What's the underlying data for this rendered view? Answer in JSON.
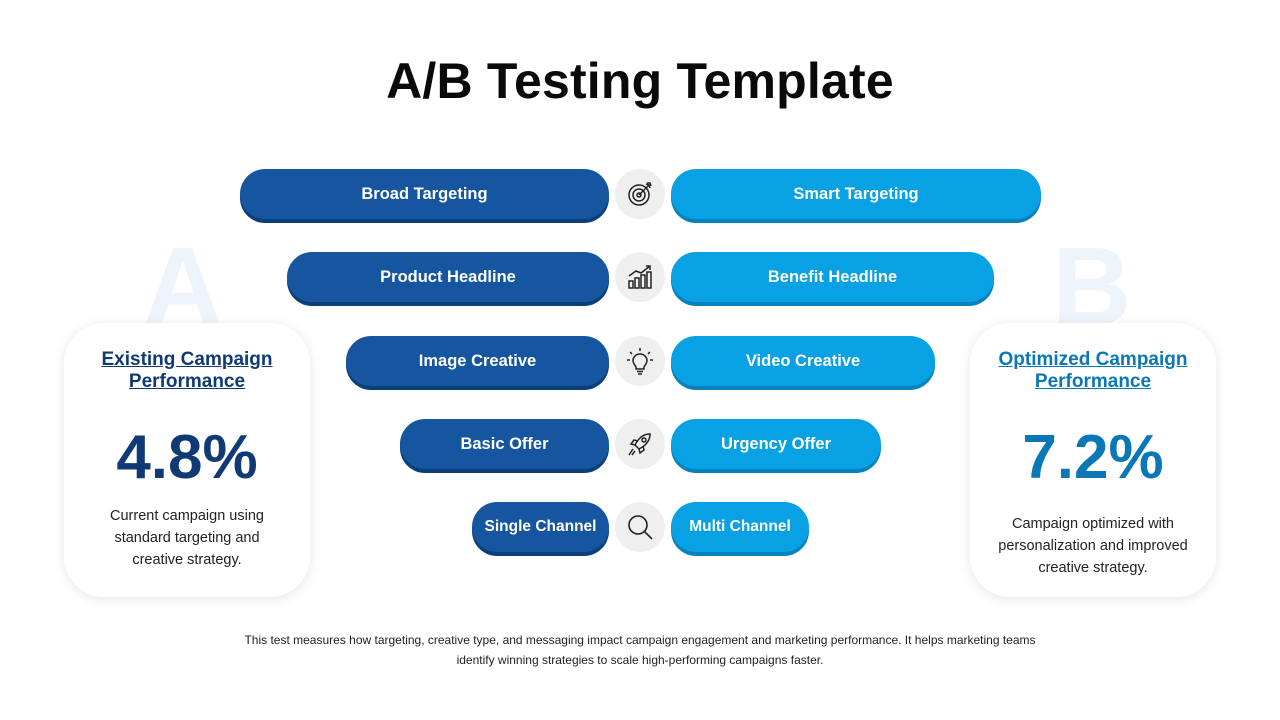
{
  "title": "A/B Testing Template",
  "letters": {
    "a": "A",
    "b": "B"
  },
  "rows": [
    {
      "left": "Broad Targeting",
      "right": "Smart Targeting",
      "icon": "target-icon"
    },
    {
      "left": "Product Headline",
      "right": "Benefit Headline",
      "icon": "growth-chart-icon"
    },
    {
      "left": "Image Creative",
      "right": "Video Creative",
      "icon": "lightbulb-icon"
    },
    {
      "left": "Basic Offer",
      "right": "Urgency Offer",
      "icon": "rocket-icon"
    },
    {
      "left": "Single Channel",
      "right": "Multi Channel",
      "icon": "magnifier-icon"
    }
  ],
  "card_a": {
    "title": "Existing Campaign Performance",
    "value": "4.8%",
    "desc": "Current campaign using standard targeting and creative strategy."
  },
  "card_b": {
    "title": "Optimized Campaign Performance",
    "value": "7.2%",
    "desc": "Campaign optimized with personalization and improved creative strategy."
  },
  "footer": "This test measures how targeting, creative type, and messaging impact campaign engagement and marketing performance. It helps marketing teams identify winning strategies to scale high-performing campaigns faster.",
  "colors": {
    "left": "#1656a0",
    "right": "#07a1e4",
    "dark_text": "#0f3a74",
    "accent_text": "#0a77b6"
  }
}
